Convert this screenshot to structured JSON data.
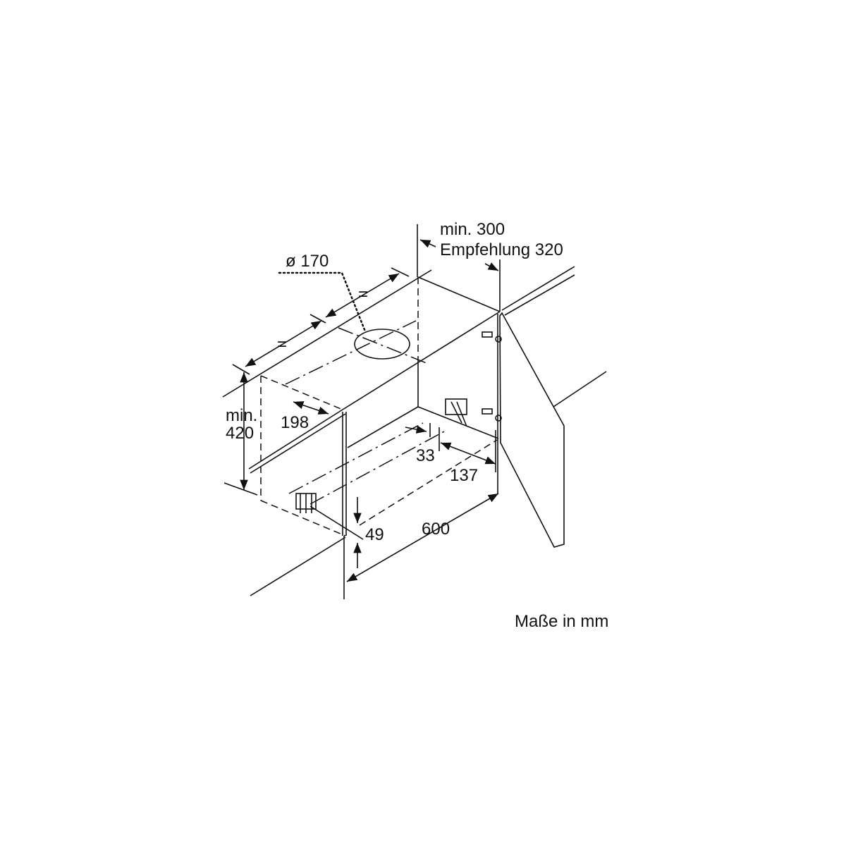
{
  "diagram": {
    "labels": {
      "min_300": "min. 300",
      "empfehlung_320": "Empfehlung 320",
      "diameter_170": "ø 170",
      "equal_1": "=",
      "equal_2": "=",
      "min_label": "min.",
      "dim_420": "420",
      "dim_198": "198",
      "dim_33": "33",
      "dim_137": "137",
      "dim_49": "49",
      "dim_600": "600"
    },
    "units_note": "Maße in mm"
  }
}
